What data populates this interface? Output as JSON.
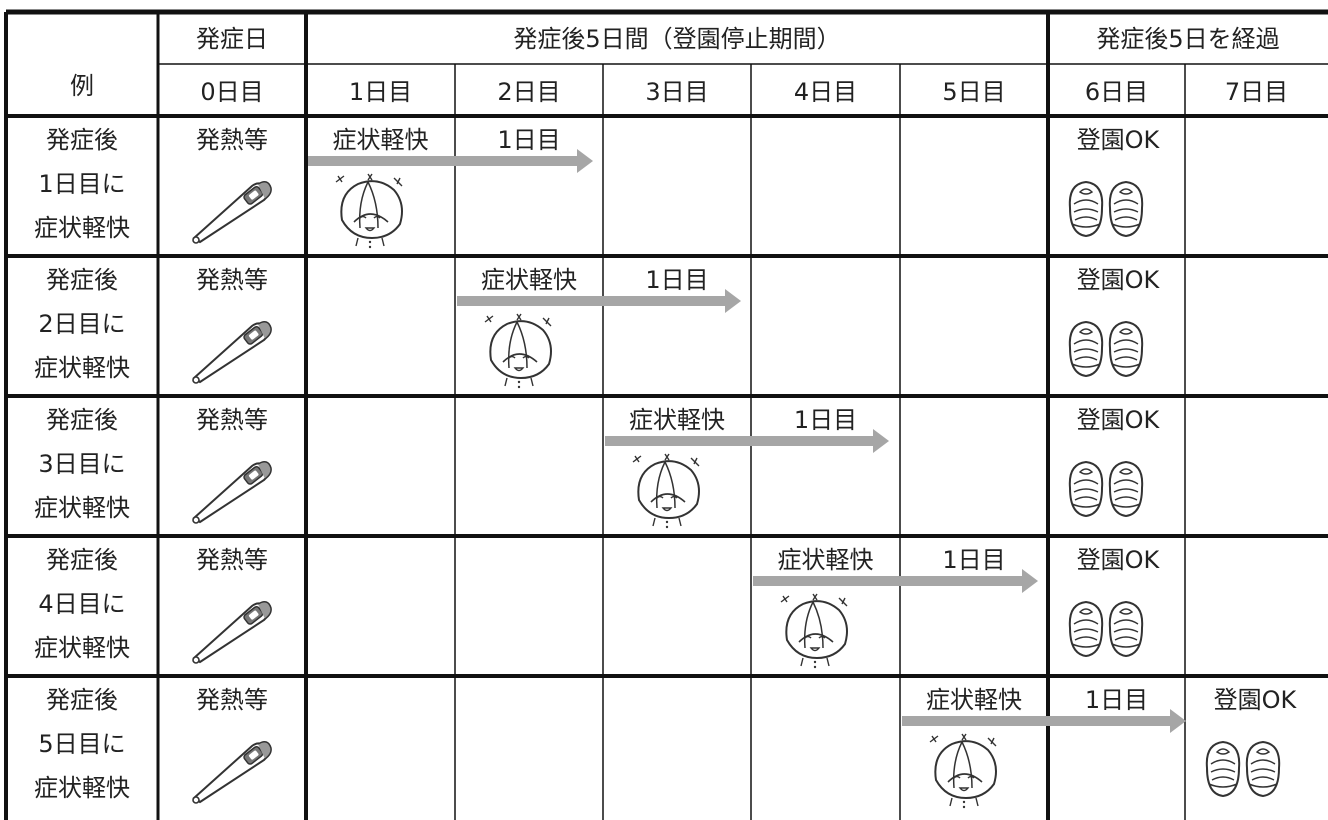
{
  "header": {
    "example_label": "例",
    "onset_day_label": "発症日",
    "suspension_label": "発症後5日間（登園停止期間）",
    "after_label": "発症後5日を経過",
    "days": [
      "0日目",
      "1日目",
      "2日目",
      "3日目",
      "4日目",
      "5日目",
      "6日目",
      "7日目"
    ]
  },
  "rows": [
    {
      "example": [
        "発症後",
        "1日目に",
        "症状軽快"
      ],
      "onset_text": "発熱等",
      "relief_day": 1
    },
    {
      "example": [
        "発症後",
        "2日目に",
        "症状軽快"
      ],
      "onset_text": "発熱等",
      "relief_day": 2
    },
    {
      "example": [
        "発症後",
        "3日目に",
        "症状軽快"
      ],
      "onset_text": "発熱等",
      "relief_day": 3
    },
    {
      "example": [
        "発症後",
        "4日目に",
        "症状軽快"
      ],
      "onset_text": "発熱等",
      "relief_day": 4
    },
    {
      "example": [
        "発症後",
        "5日目に",
        "症状軽快"
      ],
      "onset_text": "発熱等",
      "relief_day": 5
    }
  ],
  "labels": {
    "relief": "症状軽快",
    "arrow_day": "1日目",
    "ok": "登園OK"
  },
  "icons": {
    "onset": "thermometer-icon",
    "relief": "child-face-icon",
    "ok": "indoor-shoes-icon"
  },
  "colors": {
    "arrow": "#a6a6a6",
    "border": "#111111",
    "text": "#222222"
  }
}
